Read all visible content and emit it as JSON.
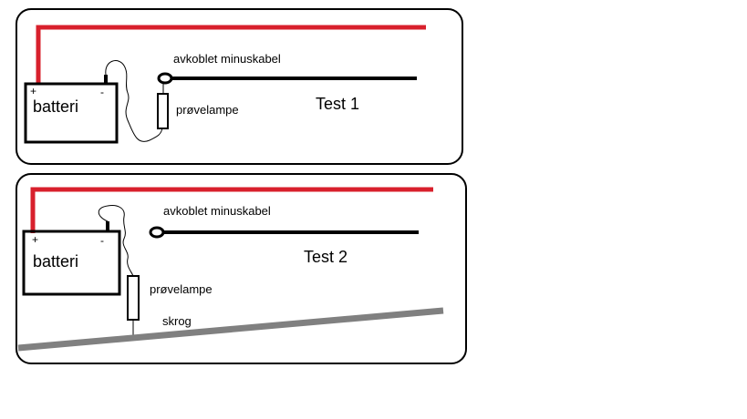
{
  "panels": [
    {
      "battery_label": "batteri",
      "plus": "+",
      "minus": "-",
      "cable_label": "avkoblet minuskabel",
      "lamp_label": "prøvelampe",
      "test_label": "Test 1"
    },
    {
      "battery_label": "batteri",
      "plus": "+",
      "minus": "-",
      "cable_label": "avkoblet minuskabel",
      "lamp_label": "prøvelampe",
      "test_label": "Test 2",
      "hull_label": "skrog"
    }
  ],
  "colors": {
    "positive_wire": "#d8202c",
    "negative_cable": "#000000",
    "hull": "#808080",
    "outline": "#000000"
  }
}
